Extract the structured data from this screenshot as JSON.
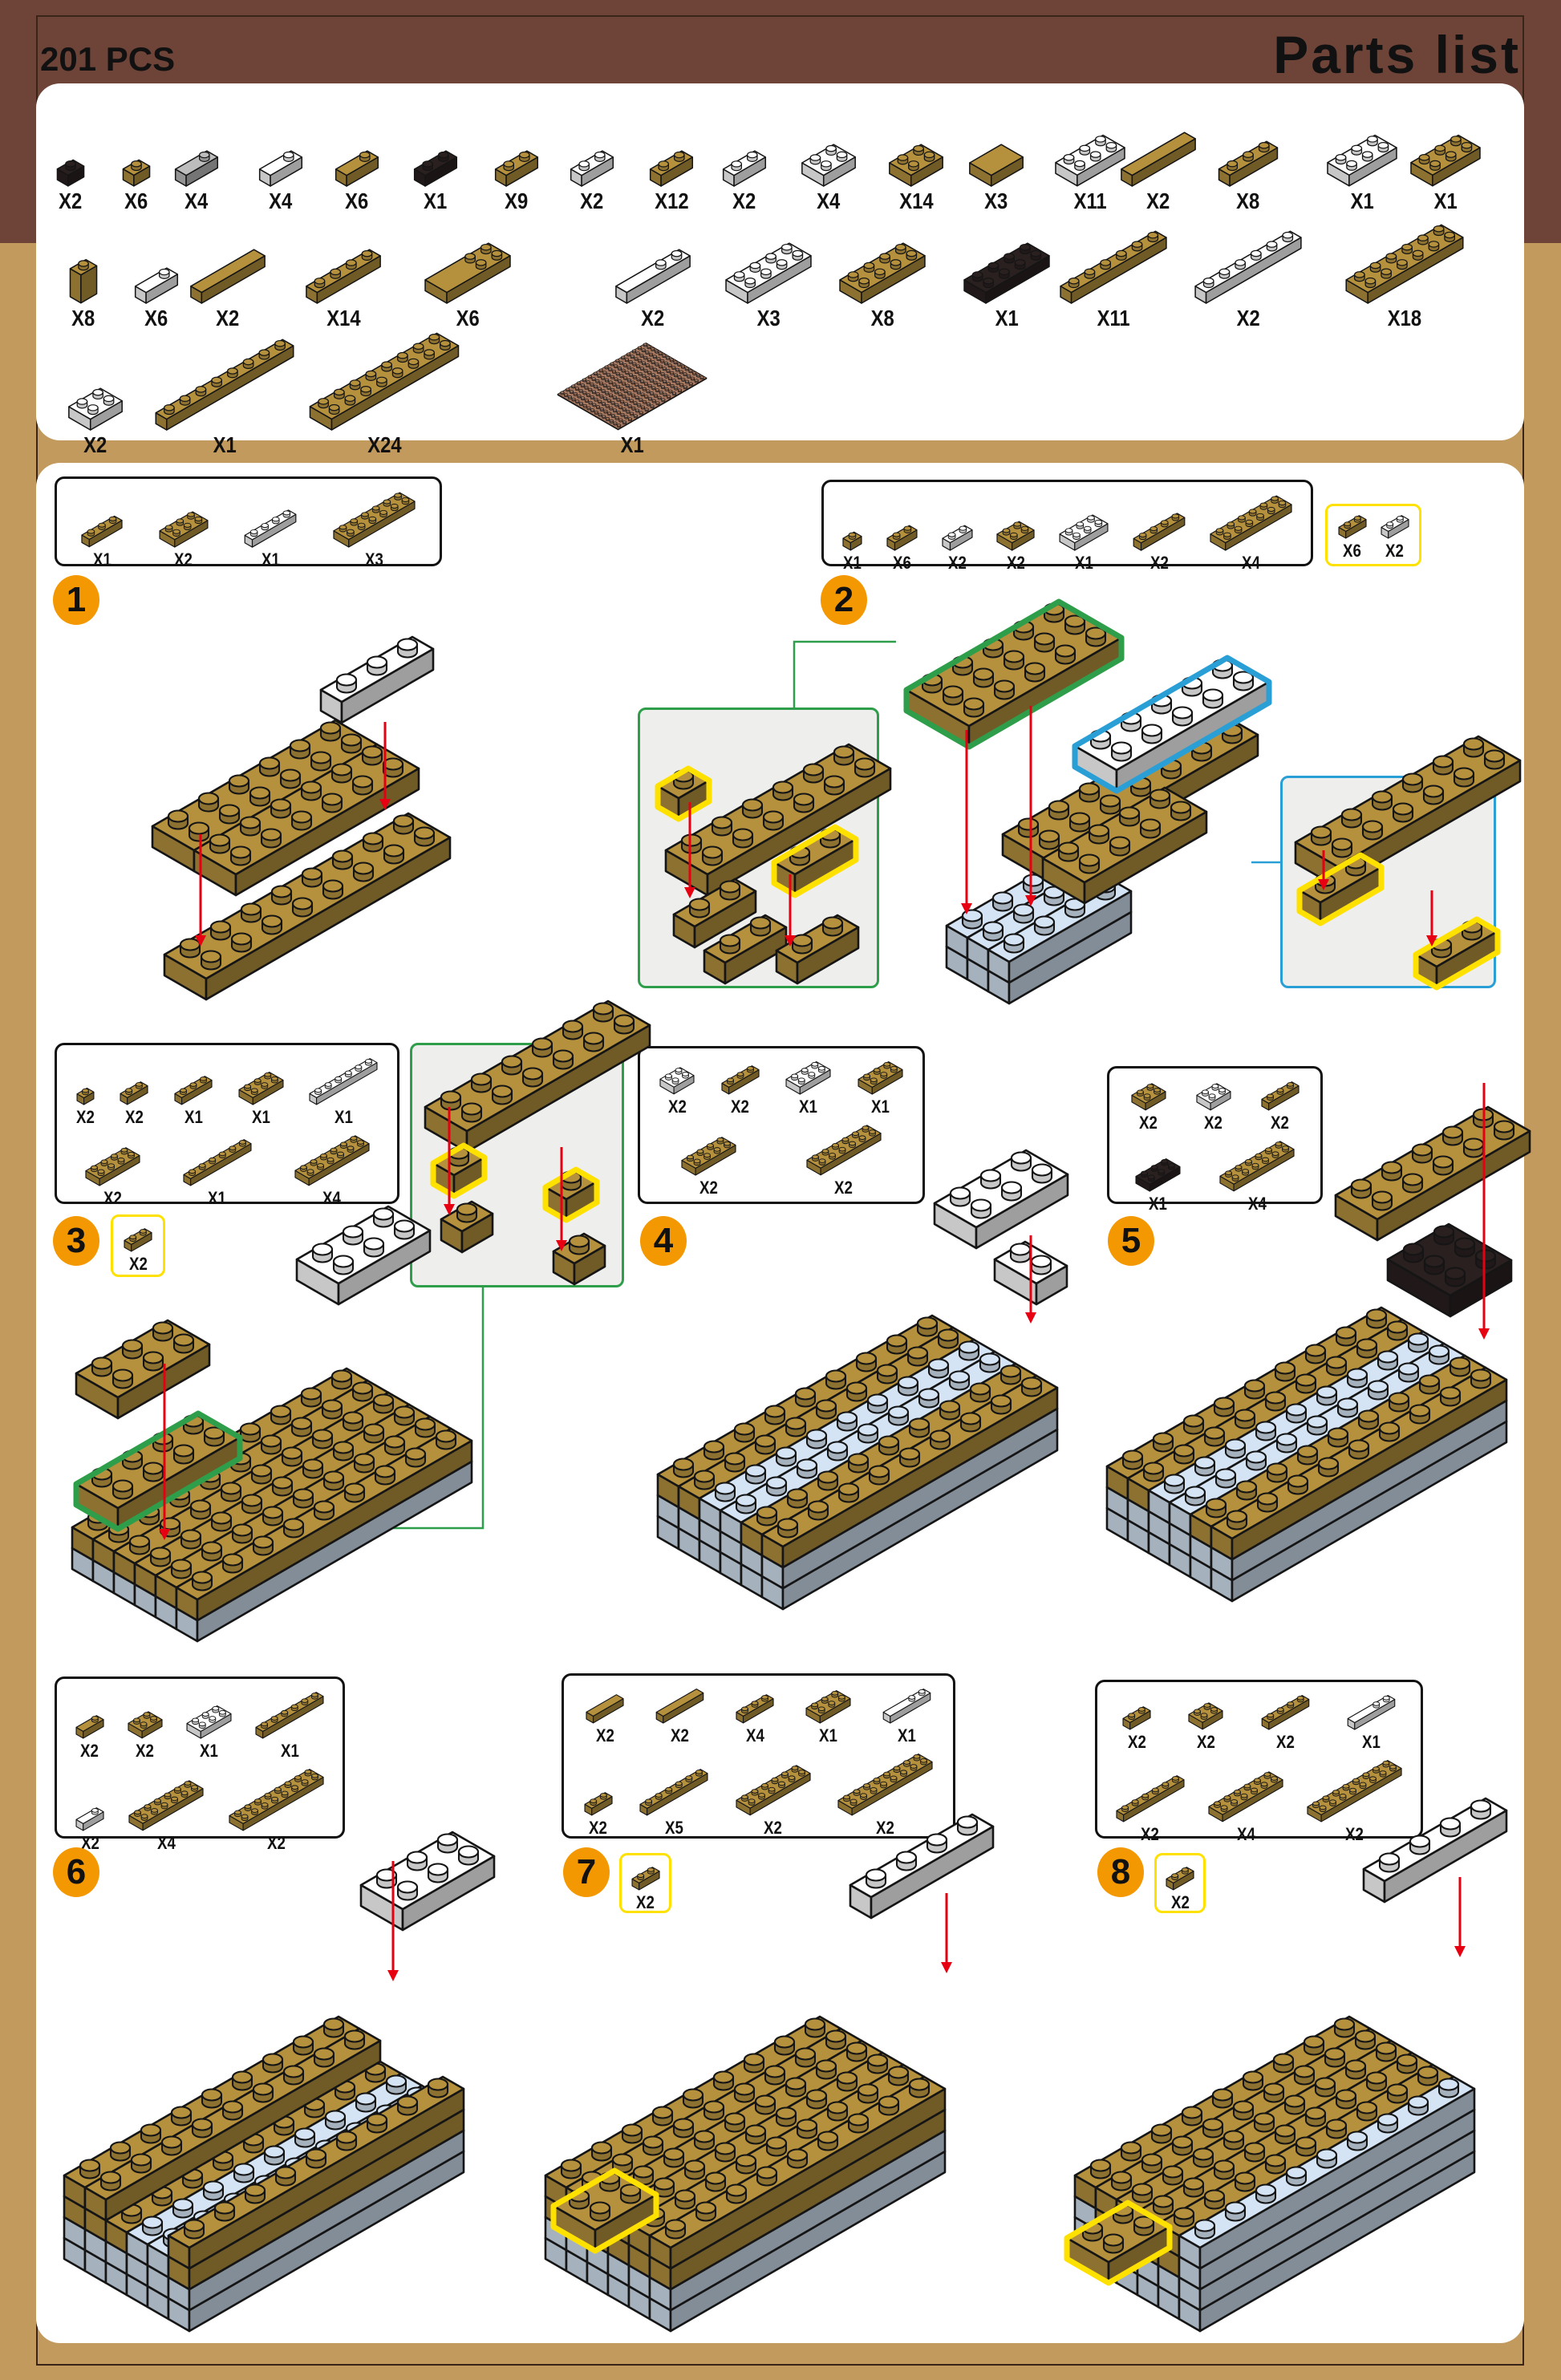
{
  "header": {
    "piece_count": "201 PCS",
    "title": "Parts list"
  },
  "colors": {
    "tan": "#b5913e",
    "white": "#ffffff",
    "black": "#2a2020",
    "gray": "#bdbdbd",
    "light_blue": "#d4e4f4",
    "brown": "#a97a62",
    "badge": "#f39800",
    "highlight": "#ffe100",
    "inset_green": "#2e9e4a",
    "inset_blue": "#2a9fd6",
    "arrow": "#e60012"
  },
  "parts_list": [
    [
      {
        "icon": "round-1x1",
        "color": "#2a2020",
        "qty": "X2"
      },
      {
        "icon": "brick-1x1",
        "color": "#b5913e",
        "qty": "X6"
      },
      {
        "icon": "slope-1x2",
        "color": "#bdbdbd",
        "qty": "X4"
      },
      {
        "icon": "slope-1x2",
        "color": "#ffffff",
        "qty": "X4"
      },
      {
        "icon": "slope-1x2",
        "color": "#b5913e",
        "qty": "X6"
      },
      {
        "icon": "brick-1x2",
        "color": "#2a2020",
        "qty": "X1"
      },
      {
        "icon": "brick-1x2",
        "color": "#b5913e",
        "qty": "X9"
      },
      {
        "icon": "brick-1x2",
        "color": "#ffffff",
        "qty": "X2"
      },
      {
        "icon": "brick-1x2",
        "color": "#b5913e",
        "qty": "X12"
      },
      {
        "icon": "brick-1x2",
        "color": "#ffffff",
        "qty": "X2"
      },
      {
        "icon": "brick-2x2",
        "color": "#ffffff",
        "qty": "X4"
      },
      {
        "icon": "brick-2x2",
        "color": "#b5913e",
        "qty": "X14"
      },
      {
        "icon": "tile-2x2",
        "color": "#b5913e",
        "qty": "X3"
      },
      {
        "icon": "brick-2x3",
        "color": "#ffffff",
        "qty": "X11"
      },
      {
        "icon": "tile-1x4",
        "color": "#b5913e",
        "qty": "X2"
      },
      {
        "icon": "brick-1x3",
        "color": "#b5913e",
        "qty": "X8"
      },
      {
        "icon": "brick-2x3",
        "color": "#ffffff",
        "qty": "X1"
      },
      {
        "icon": "brick-2x3",
        "color": "#b5913e",
        "qty": "X1"
      }
    ],
    [
      {
        "icon": "pillar-1x1",
        "color": "#b5913e",
        "qty": "X8"
      },
      {
        "icon": "slope-1x2",
        "color": "#ffffff",
        "qty": "X6"
      },
      {
        "icon": "tile-1x4",
        "color": "#b5913e",
        "qty": "X2"
      },
      {
        "icon": "brick-1x4",
        "color": "#b5913e",
        "qty": "X14"
      },
      {
        "icon": "slope-2x4",
        "color": "#b5913e",
        "qty": "X6"
      },
      {
        "icon": "slope-1x4",
        "color": "#ffffff",
        "qty": "X2"
      },
      {
        "icon": "brick-2x4",
        "color": "#ffffff",
        "qty": "X3"
      },
      {
        "icon": "brick-2x4",
        "color": "#b5913e",
        "qty": "X8"
      },
      {
        "icon": "brick-2x4",
        "color": "#2a2020",
        "qty": "X1"
      },
      {
        "icon": "brick-1x6",
        "color": "#b5913e",
        "qty": "X11"
      },
      {
        "icon": "brick-1x6",
        "color": "#ffffff",
        "qty": "X2"
      },
      {
        "icon": "brick-2x6",
        "color": "#b5913e",
        "qty": "X18"
      }
    ],
    [
      {
        "icon": "brick-2x2",
        "color": "#ffffff",
        "qty": "X2"
      },
      {
        "icon": "brick-1x8",
        "color": "#b5913e",
        "qty": "X1"
      },
      {
        "icon": "brick-2x8",
        "color": "#b5913e",
        "qty": "X24"
      },
      {
        "icon": "baseplate-16x16",
        "color": "#a97a62",
        "qty": "X1"
      }
    ]
  ],
  "steps": [
    {
      "number": "1",
      "parts": [
        [
          {
            "icon": "brick-1x3",
            "color": "#b5913e",
            "qty": "X1"
          },
          {
            "icon": "brick-2x3",
            "color": "#b5913e",
            "qty": "X2"
          },
          {
            "icon": "brick-1x4",
            "color": "#ffffff",
            "qty": "X1"
          },
          {
            "icon": "brick-2x6",
            "color": "#b5913e",
            "qty": "X3"
          }
        ]
      ],
      "extra": []
    },
    {
      "number": "2",
      "parts": [
        [
          {
            "icon": "brick-1x1",
            "color": "#b5913e",
            "qty": "X1"
          },
          {
            "icon": "brick-1x2",
            "color": "#b5913e",
            "qty": "X6"
          },
          {
            "icon": "brick-1x2",
            "color": "#ffffff",
            "qty": "X2"
          },
          {
            "icon": "brick-2x2",
            "color": "#b5913e",
            "qty": "X2"
          },
          {
            "icon": "brick-2x3",
            "color": "#ffffff",
            "qty": "X1"
          },
          {
            "icon": "brick-1x4",
            "color": "#b5913e",
            "qty": "X2"
          },
          {
            "icon": "brick-2x6",
            "color": "#b5913e",
            "qty": "X4"
          }
        ]
      ],
      "extra": [
        {
          "icon": "brick-1x2",
          "color": "#b5913e",
          "qty": "X6"
        },
        {
          "icon": "brick-1x2",
          "color": "#ffffff",
          "qty": "X2"
        }
      ]
    },
    {
      "number": "3",
      "parts": [
        [
          {
            "icon": "brick-1x1",
            "color": "#b5913e",
            "qty": "X2"
          },
          {
            "icon": "brick-1x2",
            "color": "#b5913e",
            "qty": "X2"
          },
          {
            "icon": "brick-1x3",
            "color": "#b5913e",
            "qty": "X1"
          },
          {
            "icon": "brick-2x3",
            "color": "#b5913e",
            "qty": "X1"
          },
          {
            "icon": "brick-1x6",
            "color": "#ffffff",
            "qty": "X1"
          }
        ],
        [
          {
            "icon": "brick-2x4",
            "color": "#b5913e",
            "qty": "X2"
          },
          {
            "icon": "brick-1x6",
            "color": "#b5913e",
            "qty": "X1"
          },
          {
            "icon": "brick-2x6",
            "color": "#b5913e",
            "qty": "X4"
          }
        ]
      ],
      "extra": [
        {
          "icon": "brick-1x2",
          "color": "#b5913e",
          "qty": "X2"
        }
      ]
    },
    {
      "number": "4",
      "parts": [
        [
          {
            "icon": "brick-2x2",
            "color": "#ffffff",
            "qty": "X2"
          },
          {
            "icon": "brick-1x3",
            "color": "#b5913e",
            "qty": "X2"
          },
          {
            "icon": "brick-2x3",
            "color": "#ffffff",
            "qty": "X1"
          },
          {
            "icon": "brick-2x3",
            "color": "#b5913e",
            "qty": "X1"
          }
        ],
        [
          {
            "icon": "brick-2x4",
            "color": "#b5913e",
            "qty": "X2"
          },
          {
            "icon": "brick-2x6",
            "color": "#b5913e",
            "qty": "X2"
          }
        ]
      ],
      "extra": []
    },
    {
      "number": "5",
      "parts": [
        [
          {
            "icon": "brick-2x2",
            "color": "#b5913e",
            "qty": "X2"
          },
          {
            "icon": "brick-2x2",
            "color": "#ffffff",
            "qty": "X2"
          },
          {
            "icon": "brick-1x3",
            "color": "#b5913e",
            "qty": "X2"
          }
        ],
        [
          {
            "icon": "brick-2x3",
            "color": "#2a2020",
            "qty": "X1"
          },
          {
            "icon": "brick-2x6",
            "color": "#b5913e",
            "qty": "X4"
          }
        ]
      ],
      "extra": []
    },
    {
      "number": "6",
      "parts": [
        [
          {
            "icon": "slope-1x2",
            "color": "#b5913e",
            "qty": "X2"
          },
          {
            "icon": "brick-2x2",
            "color": "#b5913e",
            "qty": "X2"
          },
          {
            "icon": "brick-2x3",
            "color": "#ffffff",
            "qty": "X1"
          },
          {
            "icon": "brick-1x6",
            "color": "#b5913e",
            "qty": "X1"
          }
        ],
        [
          {
            "icon": "slope-1x2",
            "color": "#ffffff",
            "qty": "X2"
          },
          {
            "icon": "brick-2x6",
            "color": "#b5913e",
            "qty": "X4"
          },
          {
            "icon": "brick-2x8",
            "color": "#b5913e",
            "qty": "X2"
          }
        ]
      ],
      "extra": []
    },
    {
      "number": "7",
      "parts": [
        [
          {
            "icon": "tile-1x3",
            "color": "#b5913e",
            "qty": "X2"
          },
          {
            "icon": "tile-1x4",
            "color": "#b5913e",
            "qty": "X2"
          },
          {
            "icon": "brick-1x3",
            "color": "#b5913e",
            "qty": "X4"
          },
          {
            "icon": "brick-2x3",
            "color": "#b5913e",
            "qty": "X1"
          },
          {
            "icon": "slope-1x4",
            "color": "#ffffff",
            "qty": "X1"
          }
        ],
        [
          {
            "icon": "brick-1x2",
            "color": "#b5913e",
            "qty": "X2"
          },
          {
            "icon": "brick-1x6",
            "color": "#b5913e",
            "qty": "X5"
          },
          {
            "icon": "brick-2x6",
            "color": "#b5913e",
            "qty": "X2"
          },
          {
            "icon": "brick-2x8",
            "color": "#b5913e",
            "qty": "X2"
          }
        ]
      ],
      "extra": [
        {
          "icon": "brick-1x2",
          "color": "#b5913e",
          "qty": "X2"
        }
      ]
    },
    {
      "number": "8",
      "parts": [
        [
          {
            "icon": "brick-1x2",
            "color": "#b5913e",
            "qty": "X2"
          },
          {
            "icon": "brick-2x2",
            "color": "#b5913e",
            "qty": "X2"
          },
          {
            "icon": "brick-1x4",
            "color": "#b5913e",
            "qty": "X2"
          },
          {
            "icon": "slope-1x4",
            "color": "#ffffff",
            "qty": "X1"
          }
        ],
        [
          {
            "icon": "brick-1x6",
            "color": "#b5913e",
            "qty": "X2"
          },
          {
            "icon": "brick-2x6",
            "color": "#b5913e",
            "qty": "X4"
          },
          {
            "icon": "brick-2x8",
            "color": "#b5913e",
            "qty": "X2"
          }
        ]
      ],
      "extra": [
        {
          "icon": "brick-1x2",
          "color": "#b5913e",
          "qty": "X2"
        }
      ]
    }
  ]
}
